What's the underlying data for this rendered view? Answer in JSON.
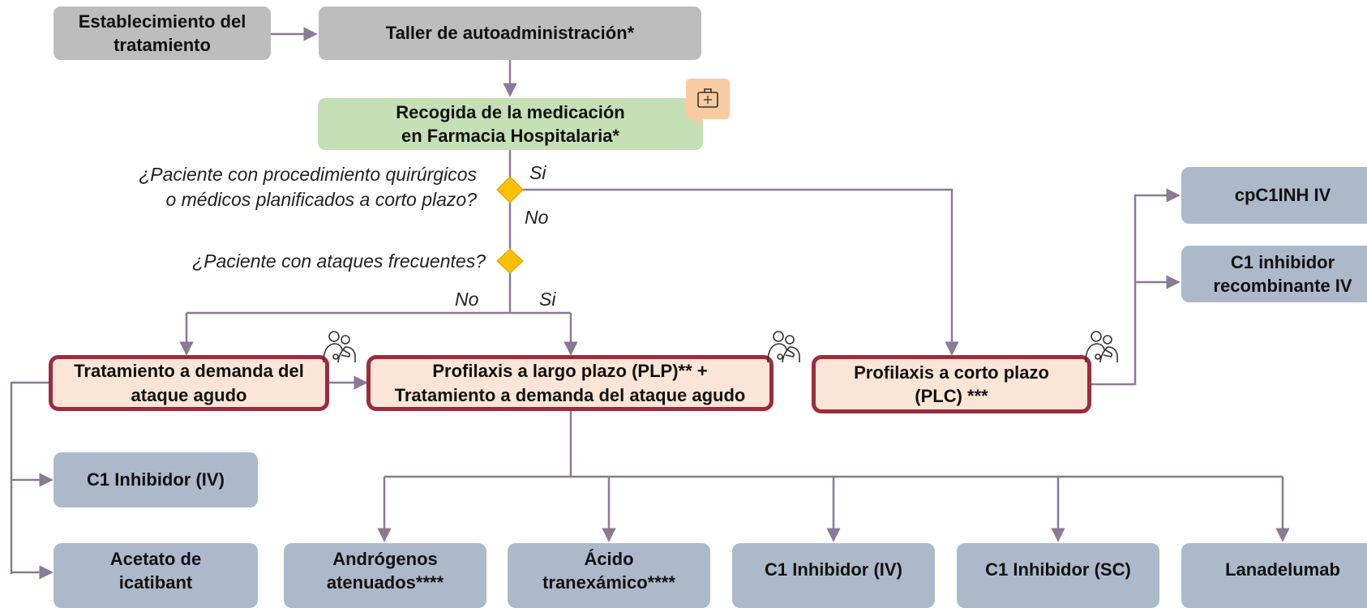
{
  "steps": {
    "establecimiento": "Establecimiento del\ntratamiento",
    "taller": "Taller de autoadministración*",
    "recogida": "Recogida de la medicación\nen Farmacia Hospitalaria*"
  },
  "questions": {
    "q1": "¿Paciente con procedimiento quirúrgicos\no médicos planificados a corto plazo?",
    "q2": "¿Paciente con ataques frecuentes?"
  },
  "branch_labels": {
    "q1_yes": "Si",
    "q1_no": "No",
    "q2_no": "No",
    "q2_yes": "Si"
  },
  "treatments": {
    "demanda": "Tratamiento a demanda del\nataque agudo",
    "plp": "Profilaxis a largo plazo (PLP)** +\nTratamiento a demanda del ataque agudo",
    "plc": "Profilaxis a corto plazo\n(PLC) ***"
  },
  "options": {
    "demanda": [
      "C1 Inhibidor (IV)",
      "Acetato de\nicatibant"
    ],
    "plp": [
      "Andrógenos\natenuados****",
      "Ácido\ntranexámico****",
      "C1 Inhibidor (IV)",
      "C1 Inhibidor (SC)",
      "Lanadelumab"
    ],
    "plc": [
      "cpC1INH IV",
      "C1 inhibidor\nrecombinante IV"
    ]
  },
  "icons": {
    "pharmacy": "medical-kit-icon",
    "consultation": "doctor-patient-icon"
  },
  "colors": {
    "gray_box": "#bdbdbd",
    "green_box": "#c5e0b4",
    "blue_box": "#acb9ca",
    "peach_box": "#fbe5d6",
    "treatment_border": "#9b2c3e",
    "connector": "#8a7a94",
    "decision": "#ffc000",
    "icon_bg": "#f8cba0"
  }
}
